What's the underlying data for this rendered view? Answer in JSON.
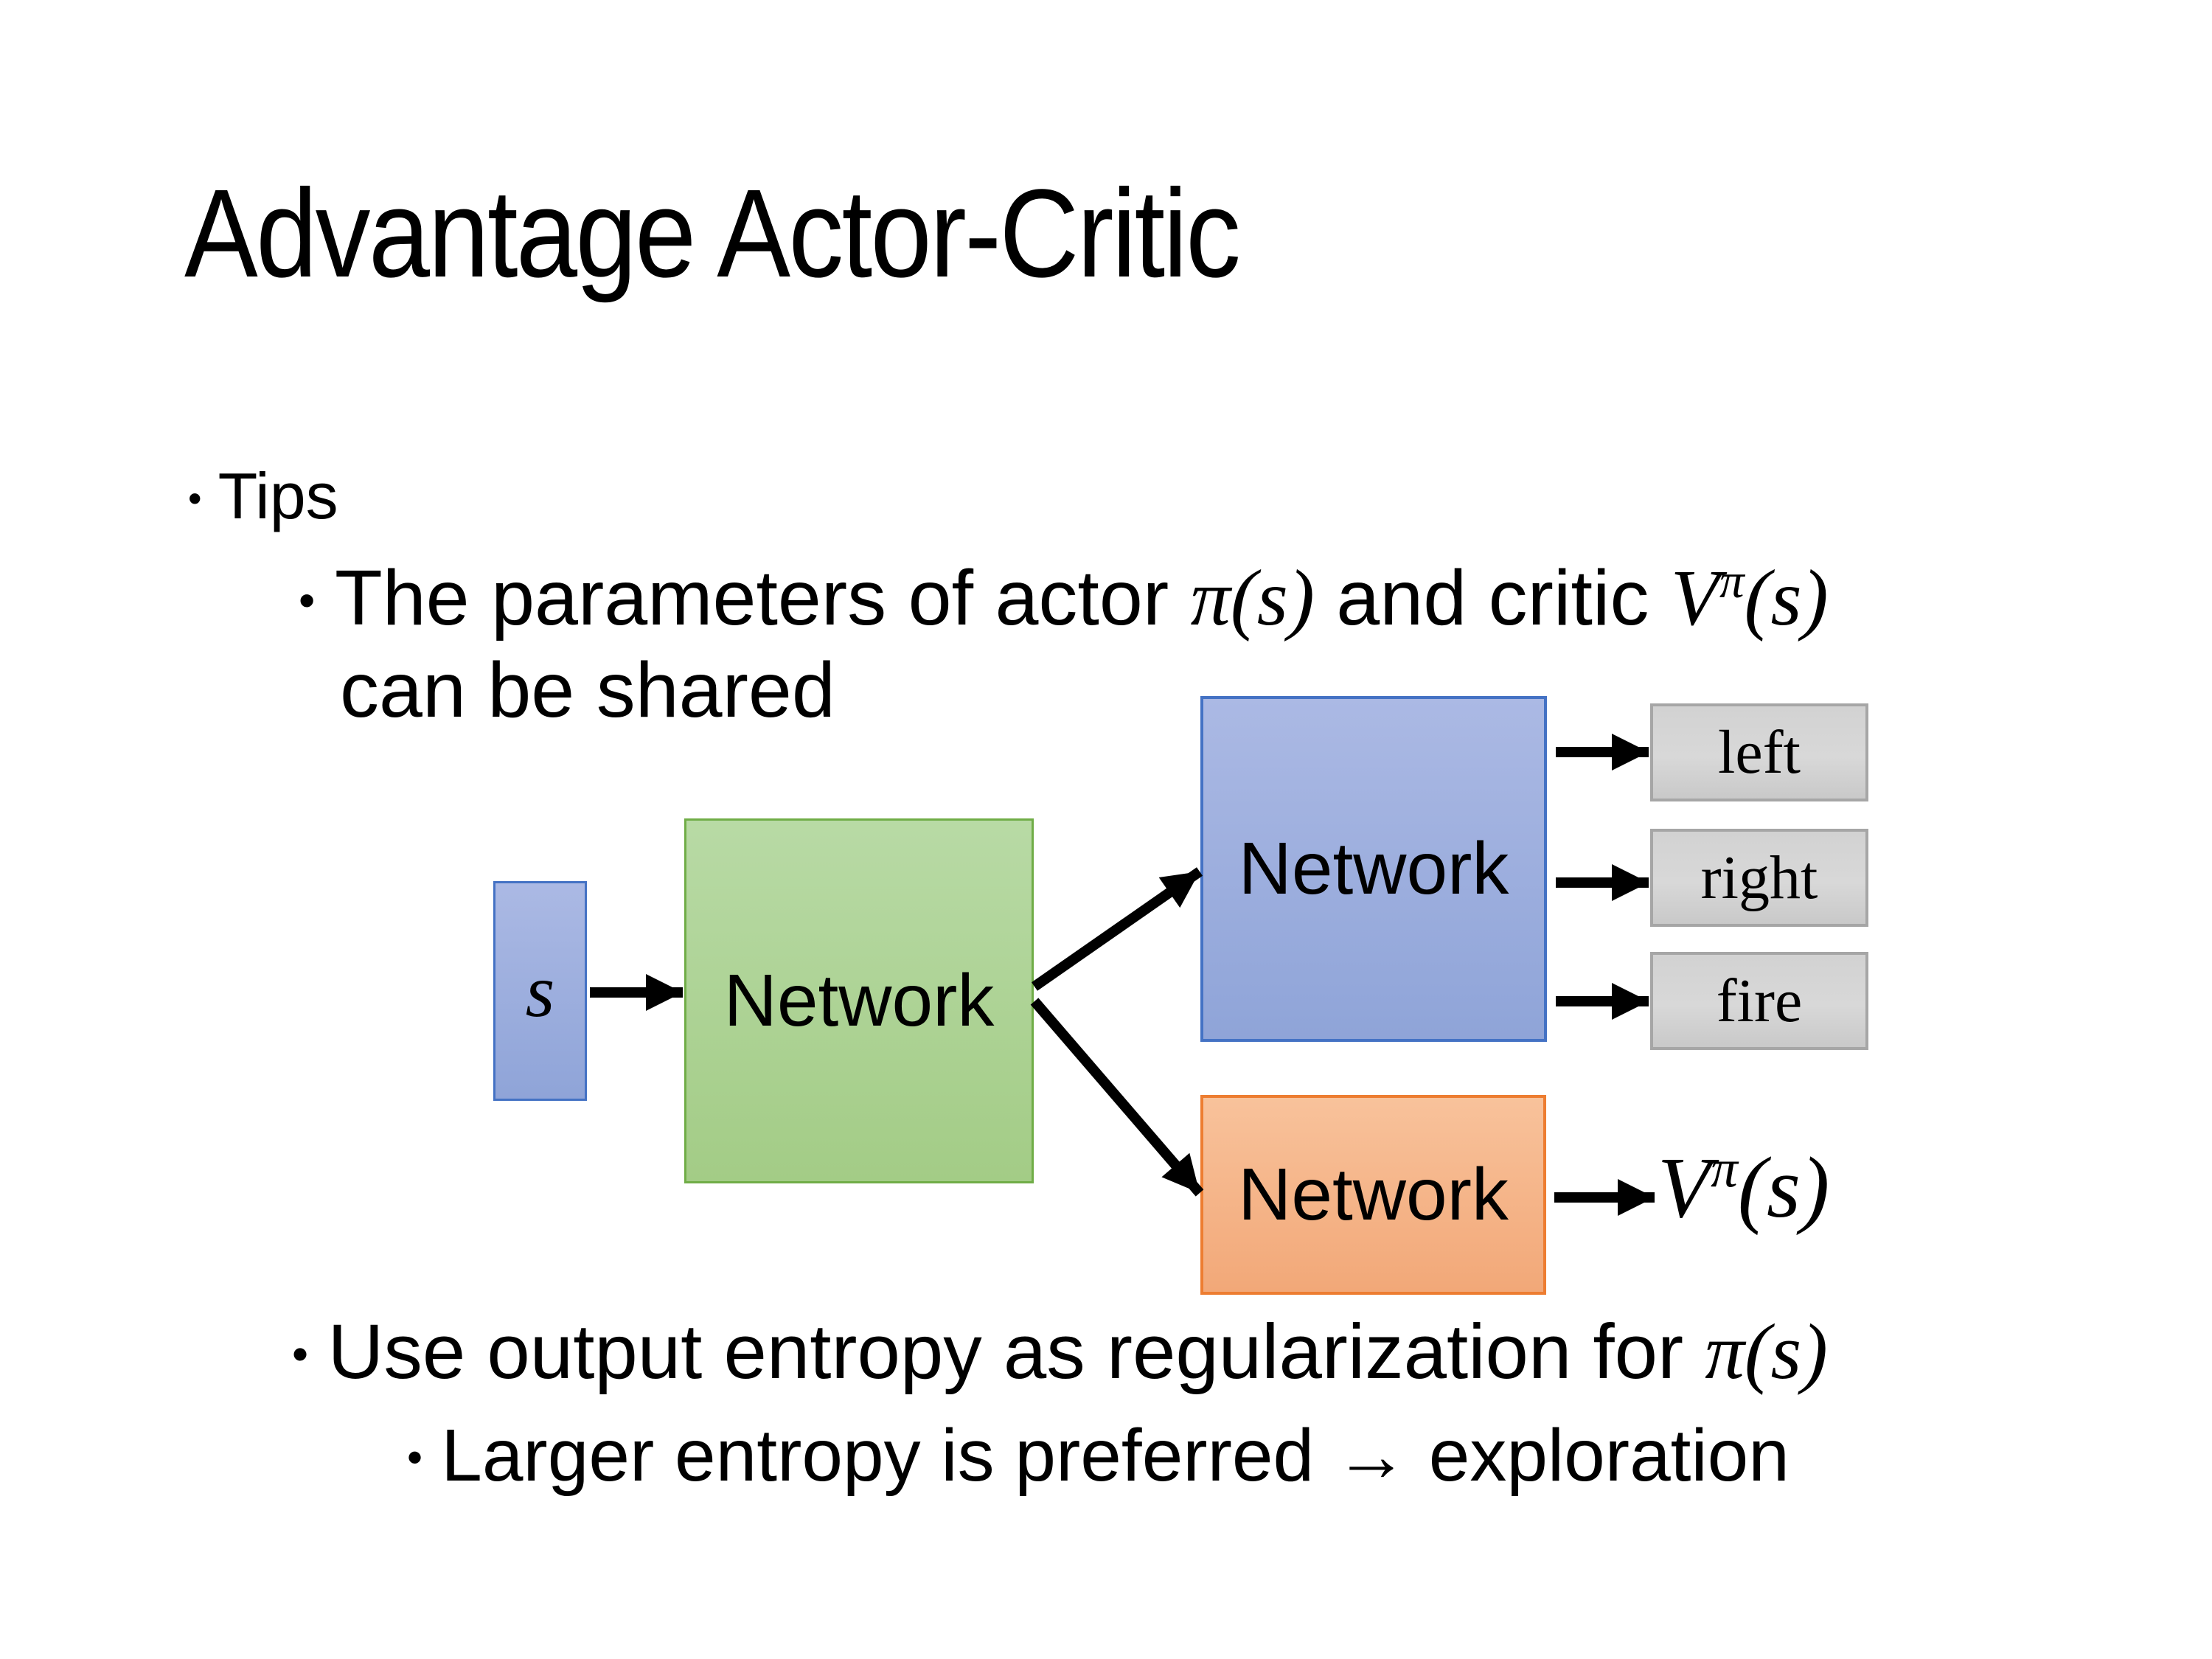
{
  "slide": {
    "title": "Advantage Actor-Critic",
    "bullet_char": "•",
    "background": "#FFFFFF",
    "text_color": "#000000"
  },
  "bullets": {
    "tips_label": "Tips",
    "param_line1": {
      "text1": "The parameters of actor ",
      "math_pi": "π(s)",
      "text2": " and critic ",
      "v_base": "V",
      "v_sup": "π",
      "v_args": "(s)"
    },
    "param_line2": "can be shared",
    "entropy_line": {
      "text1": "Use output entropy as regularization for ",
      "math_pi": "π(s)"
    },
    "exploration_line": "Larger entropy is preferred → exploration"
  },
  "diagram": {
    "state_label": "s",
    "shared_network": {
      "label": "Network"
    },
    "actor_network": {
      "label": "Network"
    },
    "critic_network": {
      "label": "Network"
    },
    "action_outputs": [
      "left",
      "right",
      "fire"
    ],
    "value_output": {
      "base": "V",
      "sup": "π",
      "args": "(s)"
    },
    "colors": {
      "state_fill_top": "#ABB9E4",
      "state_fill_bottom": "#8FA4D8",
      "state_border": "#4472C4",
      "shared_fill_top": "#B8DAA5",
      "shared_fill_bottom": "#A3CC86",
      "shared_border": "#70AD47",
      "actor_fill_top": "#ABB9E4",
      "actor_fill_bottom": "#8FA4D8",
      "actor_border": "#4472C4",
      "critic_fill_top": "#F8C29B",
      "critic_fill_bottom": "#F2A878",
      "critic_border": "#ED7D31",
      "action_fill": "#D2D2D2",
      "action_border": "#A6A6A6",
      "arrow": "#000000"
    }
  }
}
